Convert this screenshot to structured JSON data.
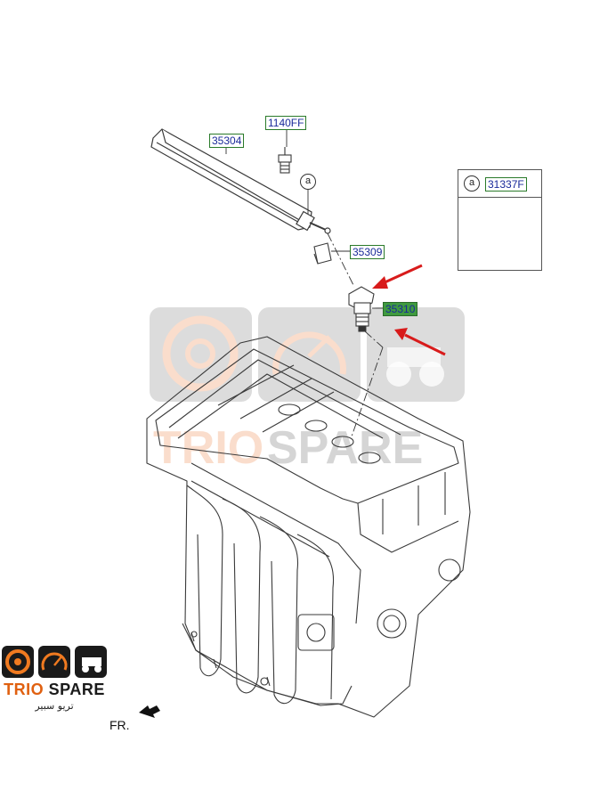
{
  "diagram": {
    "part_labels": {
      "rail": "35304",
      "bolt": "1140FF",
      "clip": "35309",
      "injector": "35310",
      "detail": "31337F"
    },
    "callout_letter": "a",
    "detail_callout_letter": "a",
    "direction_label": "FR."
  },
  "logo": {
    "brand_word_1": "TRIO",
    "brand_word_2": "SPARE",
    "arabic_name": "تريو سبير"
  },
  "colors": {
    "label_text": "#1a2a9a",
    "label_border": "#2a7a2a",
    "highlight_fill": "#3f9a3f",
    "arrow_red": "#d81b1b",
    "brand_orange": "#e06010",
    "line_art": "#3a3a3a"
  }
}
